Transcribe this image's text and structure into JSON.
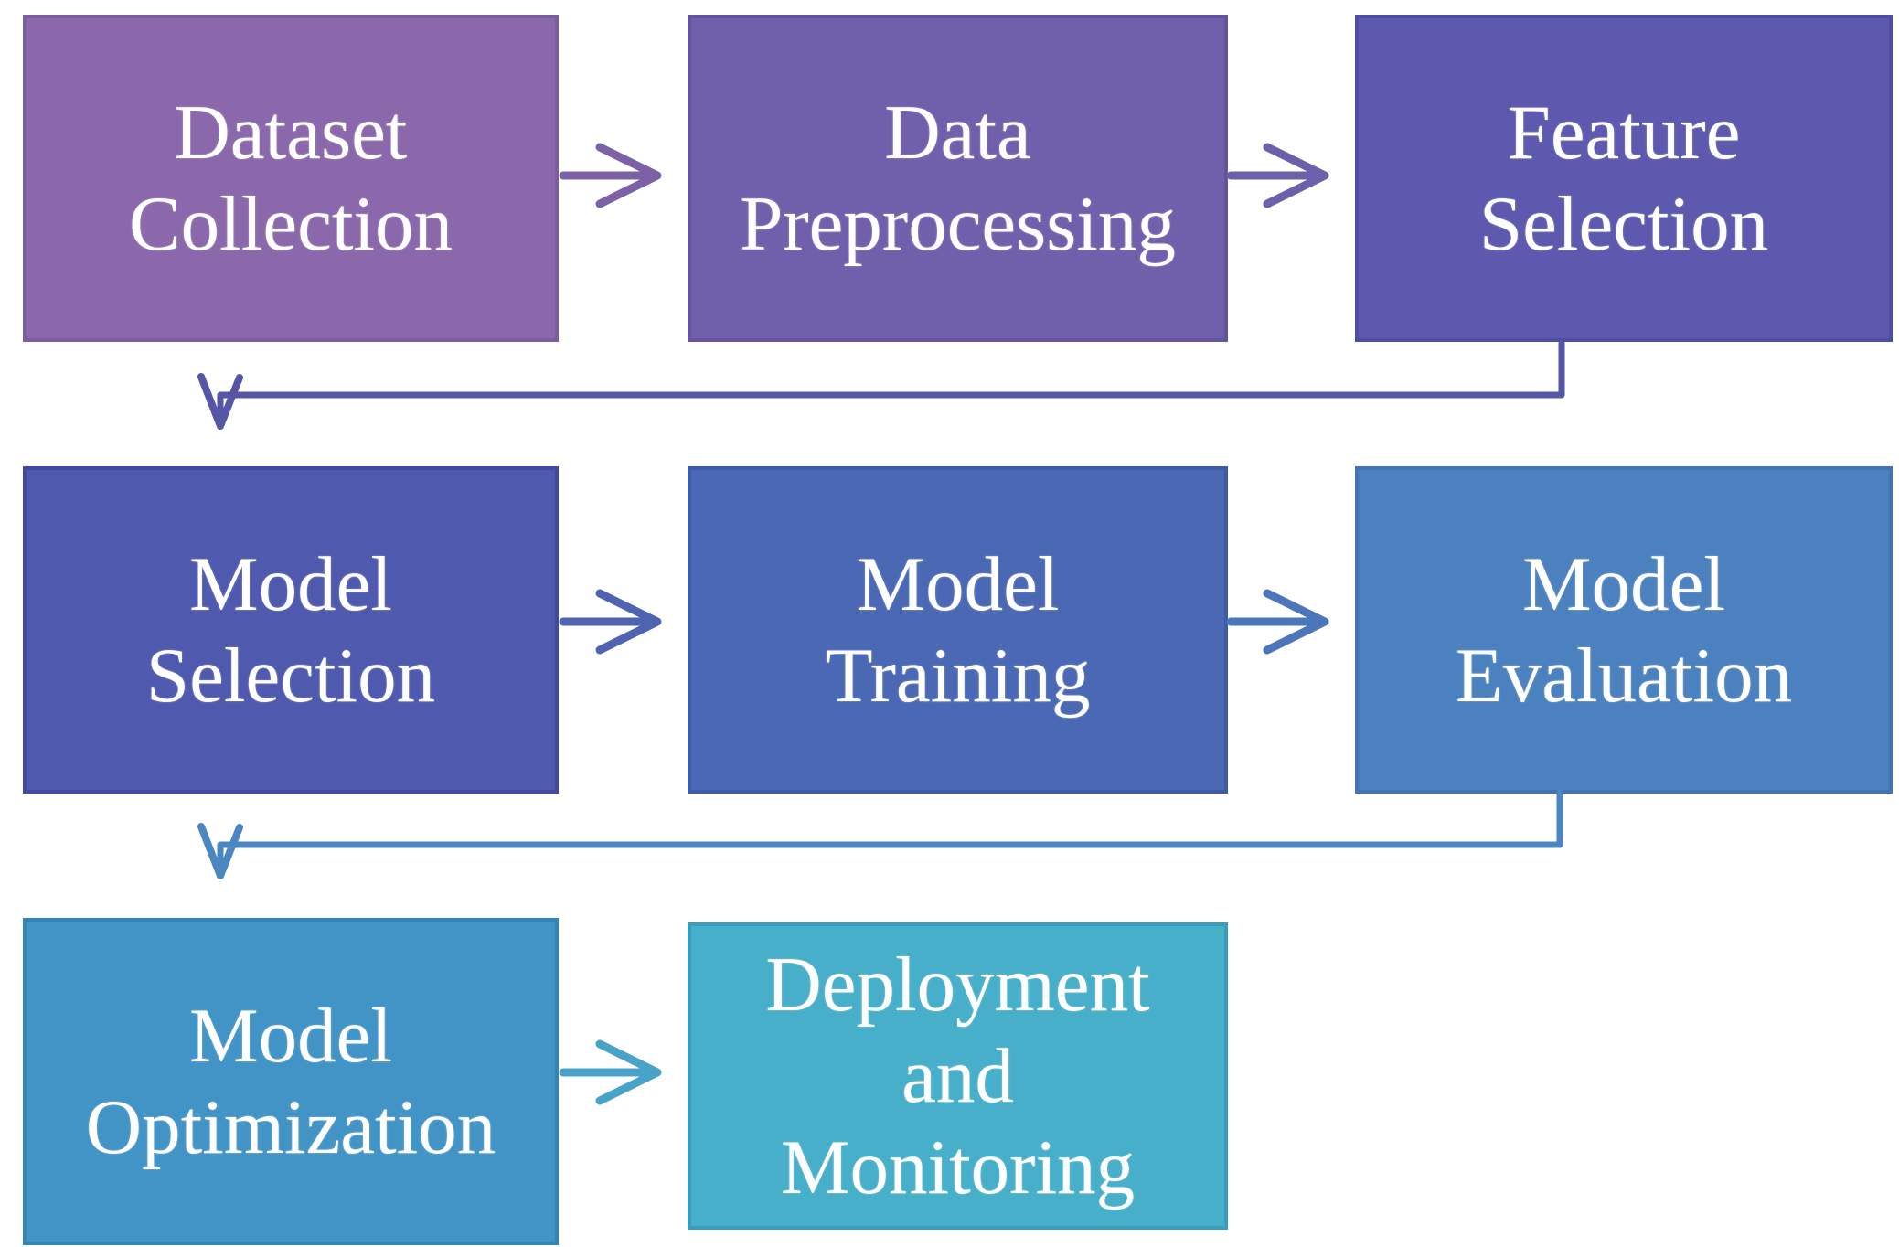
{
  "diagram": {
    "description": "Machine learning workflow flowchart",
    "text_color": "#FFFFFF",
    "background_color": "#FFFFFF",
    "nodes": [
      {
        "id": "dataset-collection",
        "label": "Dataset\nCollection",
        "fill": "#8A68AB",
        "border": "#7B5E9E"
      },
      {
        "id": "data-preprocessing",
        "label": "Data\nPreprocessing",
        "fill": "#7060AC",
        "border": "#63549D"
      },
      {
        "id": "feature-selection",
        "label": "Feature\nSelection",
        "fill": "#5C59AE",
        "border": "#4F4DA0"
      },
      {
        "id": "model-selection",
        "label": "Model\nSelection",
        "fill": "#4F59AE",
        "border": "#4149A3"
      },
      {
        "id": "model-training",
        "label": "Model\nTraining",
        "fill": "#4A68B4",
        "border": "#3D5BA9"
      },
      {
        "id": "model-evaluation",
        "label": "Model\nEvaluation",
        "fill": "#4C81BF",
        "border": "#4173B5"
      },
      {
        "id": "model-optimization",
        "label": "Model\nOptimization",
        "fill": "#4294C7",
        "border": "#3384B7"
      },
      {
        "id": "deployment-monitoring",
        "label": "Deployment\nand\nMonitoring",
        "fill": "#47AFC9",
        "border": "#379FBB"
      }
    ],
    "edges": [
      {
        "from": "dataset-collection",
        "to": "data-preprocessing",
        "type": "straight-right",
        "color": "#7C61A7"
      },
      {
        "from": "data-preprocessing",
        "to": "feature-selection",
        "type": "straight-right",
        "color": "#6C60AB"
      },
      {
        "from": "feature-selection",
        "to": "model-selection",
        "type": "elbow-down-left",
        "color": "#5656A7"
      },
      {
        "from": "model-selection",
        "to": "model-training",
        "type": "straight-right",
        "color": "#4F64B1"
      },
      {
        "from": "model-training",
        "to": "model-evaluation",
        "type": "straight-right",
        "color": "#4C76BA"
      },
      {
        "from": "model-evaluation",
        "to": "model-optimization",
        "type": "elbow-down-left",
        "color": "#4B86C1"
      },
      {
        "from": "model-optimization",
        "to": "deployment-monitoring",
        "type": "straight-right",
        "color": "#49A3C8"
      }
    ]
  }
}
